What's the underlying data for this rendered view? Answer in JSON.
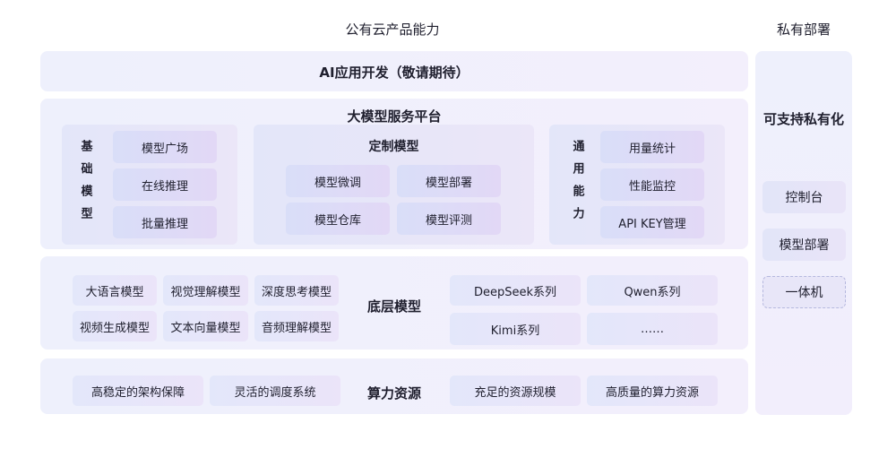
{
  "headers": {
    "public_cloud": "公有云产品能力",
    "private_deploy": "私有部署"
  },
  "app_dev": {
    "title": "AI应用开发（敬请期待）"
  },
  "platform": {
    "title": "大模型服务平台",
    "base_model": {
      "label": "基础模型",
      "items": [
        "模型广场",
        "在线推理",
        "批量推理"
      ]
    },
    "custom_model": {
      "label": "定制模型",
      "items": [
        "模型微调",
        "模型部署",
        "模型仓库",
        "模型评测"
      ]
    },
    "general": {
      "label": "通用能力",
      "items": [
        "用量统计",
        "性能监控",
        "API KEY管理"
      ]
    }
  },
  "foundation": {
    "label": "底层模型",
    "left_items": [
      "大语言模型",
      "视觉理解模型",
      "深度思考模型",
      "视频生成模型",
      "文本向量模型",
      "音频理解模型"
    ],
    "right_items": [
      "DeepSeek系列",
      "Qwen系列",
      "Kimi系列",
      "……"
    ]
  },
  "compute": {
    "label": "算力资源",
    "items": [
      "高稳定的架构保障",
      "灵活的调度系统",
      "充足的资源规模",
      "高质量的算力资源"
    ]
  },
  "private": {
    "title": "可支持私有化",
    "items": [
      "控制台",
      "模型部署",
      "一体机"
    ]
  }
}
